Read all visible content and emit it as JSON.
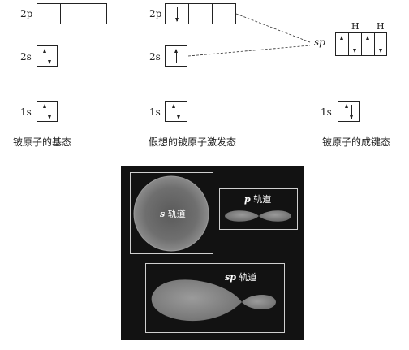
{
  "columns": {
    "ground": {
      "level_2p": "2p",
      "level_2s": "2s",
      "level_1s": "1s",
      "caption": "铍原子的基态"
    },
    "excited": {
      "level_2p": "2p",
      "level_2s": "2s",
      "level_1s": "1s",
      "caption": "假想的铍原子激发态"
    },
    "bonding": {
      "hybrid": "sp",
      "h_left": "H",
      "h_right": "H",
      "level_1s": "1s",
      "caption": "铍原子的成键态"
    }
  },
  "orbitals": {
    "s_prefix": "s",
    "s_suffix": " 轨道",
    "p_prefix": "p",
    "p_suffix": " 轨道",
    "sp_prefix": "sp",
    "sp_suffix": " 轨道"
  }
}
